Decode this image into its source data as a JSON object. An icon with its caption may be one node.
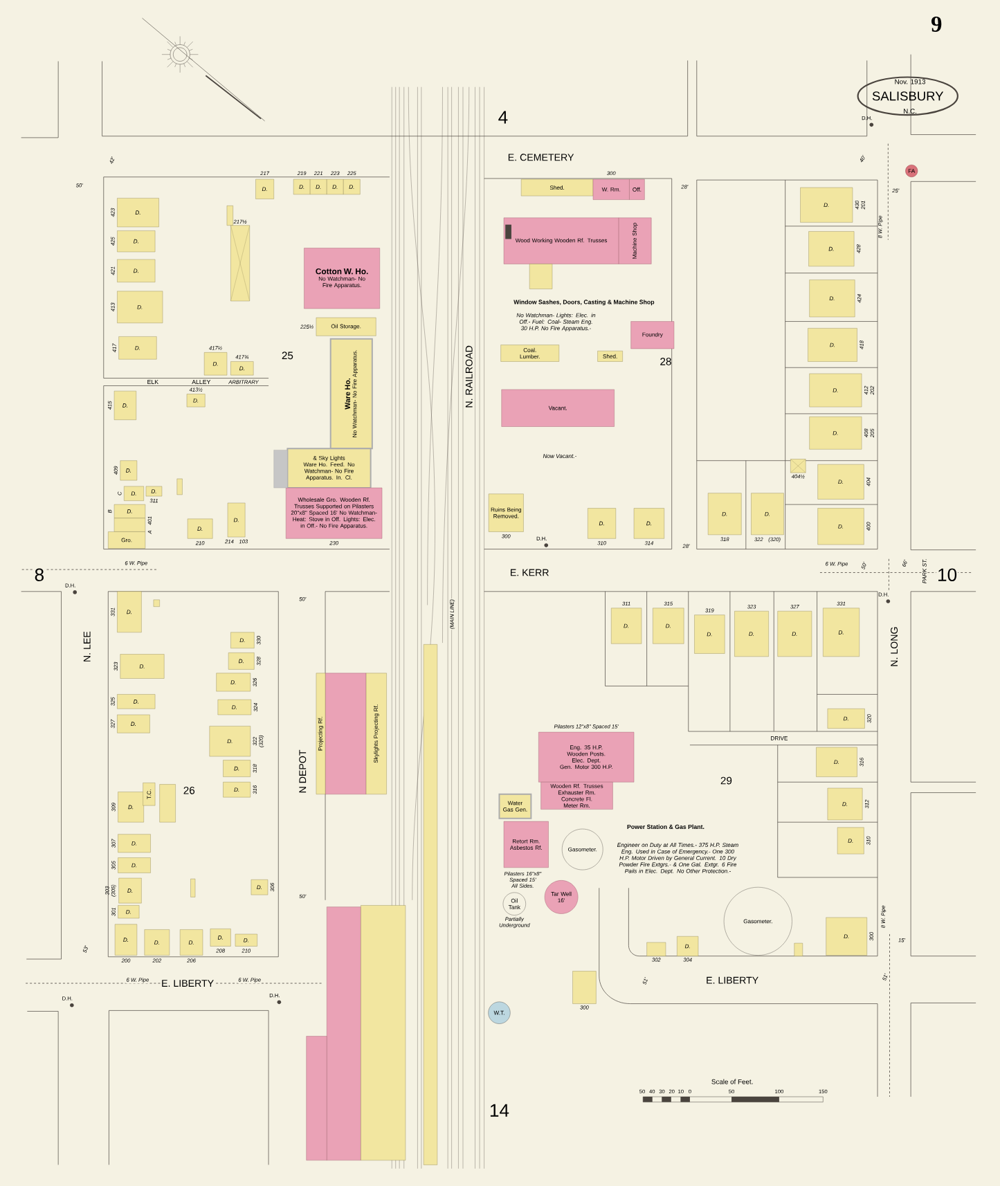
{
  "diagram": {
    "nodes": [
      {
        "text": [
          "D."
        ],
        "beside": [
          "217"
        ]
      },
      {
        "text": [
          "D."
        ],
        "beside": [
          "219"
        ]
      },
      {
        "text": [
          "D."
        ],
        "beside": [
          "221"
        ]
      },
      {
        "text": [
          "D."
        ],
        "beside": [
          "223"
        ]
      },
      {
        "text": [
          "D."
        ],
        "beside": [
          "225"
        ]
      },
      {
        "text": [
          "D."
        ],
        "beside": [
          "423"
        ]
      },
      {
        "text": [
          "D."
        ],
        "beside": [
          "425"
        ]
      },
      {
        "text": [
          "D."
        ],
        "beside": [
          "421"
        ]
      },
      {
        "text": [
          "D."
        ],
        "beside": [
          "413"
        ]
      },
      {
        "text": [
          "D."
        ],
        "beside": [
          "417"
        ]
      },
      {
        "text": [],
        "shape": "box"
      },
      {
        "text": [],
        "shape": "box",
        "beside": [
          "217½"
        ]
      },
      {
        "text": [
          "Cotton W. Ho.",
          "No Watchman- No Fire Apparatus."
        ]
      },
      {
        "text": [
          "Oil Storage."
        ],
        "beside": [
          "225½"
        ]
      },
      {
        "text": [
          "D."
        ],
        "beside": [
          "417½"
        ]
      },
      {
        "text": [
          "D."
        ],
        "beside": [
          "417¾"
        ]
      },
      {
        "text": [
          "Ware Ho.",
          "No Watchman- No Fire Apparatus."
        ]
      },
      {
        "text": [
          "& Sky Lights",
          "Ware Ho. Feed. No Watchman- No Fire Apparatus. In. Cl."
        ]
      },
      {
        "text": [
          "Wholesale Gro. Wooden Rf. Trusses Supported on Pilasters 20\"x8\" Spaced 16' No Watchman- Heat: Stove in Off. Lights: Elec. in Off.- No Fire Apparatus."
        ],
        "beside": [
          "230"
        ]
      },
      {
        "text": [
          "D."
        ],
        "beside": [
          "415"
        ]
      },
      {
        "text": [
          "D."
        ],
        "beside": [
          "413½"
        ]
      },
      {
        "text": [
          "D."
        ],
        "beside": [
          "409"
        ]
      },
      {
        "text": [
          "D."
        ],
        "beside": [
          "C"
        ]
      },
      {
        "text": [
          "D."
        ],
        "beside": [
          "311"
        ]
      },
      {
        "text": [
          "D."
        ],
        "beside": [
          "B"
        ]
      },
      {
        "text": [],
        "shape": "box",
        "beside": [
          "A",
          "401"
        ]
      },
      {
        "text": [
          "Gro."
        ]
      },
      {
        "text": [],
        "shape": "box"
      },
      {
        "text": [
          "D."
        ],
        "beside": [
          "210"
        ]
      },
      {
        "text": [
          "D."
        ],
        "beside": [
          "214",
          "103"
        ]
      },
      {
        "text": [
          "Shed."
        ]
      },
      {
        "text": [
          "W. Rm."
        ],
        "beside": [
          "300"
        ]
      },
      {
        "text": [
          "Off."
        ]
      },
      {
        "text": [
          "Wood Working Wooden Rf. Trusses"
        ]
      },
      {
        "text": [
          "Machine Shop"
        ]
      },
      {
        "text": [],
        "shape": "box"
      },
      {
        "text": [
          "Foundry"
        ]
      },
      {
        "text": [
          "Coal.",
          "Lumber."
        ]
      },
      {
        "text": [
          "Shed."
        ]
      },
      {
        "text": [
          "Vacant."
        ]
      },
      {
        "text": [
          "Ruins Being Removed."
        ],
        "beside": [
          "300"
        ]
      },
      {
        "text": [
          "D."
        ],
        "beside": [
          "310"
        ]
      },
      {
        "text": [
          "D."
        ],
        "beside": [
          "314"
        ]
      },
      {
        "text": [
          "D."
        ],
        "beside": [
          "430",
          "201"
        ]
      },
      {
        "text": [
          "D."
        ],
        "beside": [
          "428"
        ]
      },
      {
        "text": [
          "D."
        ],
        "beside": [
          "424"
        ]
      },
      {
        "text": [
          "D."
        ],
        "beside": [
          "418"
        ]
      },
      {
        "text": [
          "D."
        ],
        "beside": [
          "412",
          "202"
        ]
      },
      {
        "text": [
          "D."
        ],
        "beside": [
          "408",
          "205"
        ]
      },
      {
        "text": [
          "D."
        ],
        "beside": [
          "404"
        ]
      },
      {
        "text": [
          "D."
        ],
        "beside": [
          "400"
        ]
      },
      {
        "text": [],
        "shape": "box",
        "beside": [
          "404½"
        ]
      },
      {
        "text": [
          "D."
        ],
        "beside": [
          "318"
        ]
      },
      {
        "text": [
          "D."
        ],
        "beside": [
          "322",
          "(320)"
        ]
      },
      {
        "text": [
          "D."
        ],
        "beside": [
          "311"
        ]
      },
      {
        "text": [
          "D."
        ],
        "beside": [
          "315"
        ]
      },
      {
        "text": [
          "D."
        ],
        "beside": [
          "319"
        ]
      },
      {
        "text": [
          "D."
        ],
        "beside": [
          "323"
        ]
      },
      {
        "text": [
          "D."
        ],
        "beside": [
          "327"
        ]
      },
      {
        "text": [
          "D."
        ],
        "beside": [
          "331"
        ]
      },
      {
        "text": [
          "D."
        ],
        "beside": [
          "320"
        ]
      },
      {
        "text": [
          "D."
        ],
        "beside": [
          "316"
        ]
      },
      {
        "text": [
          "D."
        ],
        "beside": [
          "312"
        ]
      },
      {
        "text": [
          "D."
        ],
        "beside": [
          "310"
        ]
      },
      {
        "text": [
          "D."
        ],
        "beside": [
          "300"
        ]
      },
      {
        "text": [],
        "shape": "box",
        "beside": [
          "302"
        ]
      },
      {
        "text": [
          "D."
        ],
        "beside": [
          "304"
        ]
      },
      {
        "text": [
          "Gasometer."
        ]
      },
      {
        "text": [],
        "shape": "box"
      },
      {
        "text": [
          "Eng. 35 H.P.",
          "Wooden Posts.",
          "Elec. Dept.",
          "Gen. Motor 300 H.P."
        ]
      },
      {
        "text": [
          "Wooden Rf. Trusses Exhauster Rm. Concrete Fl.",
          "Meter Rm."
        ]
      },
      {
        "text": [
          "Water Gas Gen."
        ]
      },
      {
        "text": [
          "Retort Rm.",
          "Asbestos Rf."
        ]
      },
      {
        "text": [
          "Gasometer."
        ]
      },
      {
        "text": [
          "Tar Well",
          "16'"
        ]
      },
      {
        "text": [
          "Oil Tank"
        ],
        "beside": [
          "Partially Underground"
        ]
      },
      {
        "text": [],
        "shape": "box",
        "beside": [
          "300"
        ]
      },
      {
        "text": [
          "W.T."
        ]
      },
      {
        "text": [
          "D."
        ],
        "beside": [
          "331"
        ]
      },
      {
        "text": [],
        "shape": "box"
      },
      {
        "text": [
          "D."
        ],
        "beside": [
          "323"
        ]
      },
      {
        "text": [
          "D."
        ],
        "beside": [
          "325"
        ]
      },
      {
        "text": [
          "D."
        ],
        "beside": [
          "327"
        ]
      },
      {
        "text": [
          "D."
        ],
        "beside": [
          "330"
        ]
      },
      {
        "text": [
          "D."
        ],
        "beside": [
          "328"
        ]
      },
      {
        "text": [
          "D."
        ],
        "beside": [
          "326"
        ]
      },
      {
        "text": [
          "D."
        ],
        "beside": [
          "324"
        ]
      },
      {
        "text": [
          "D."
        ],
        "beside": [
          "322",
          "(320)"
        ]
      },
      {
        "text": [
          "D."
        ],
        "beside": [
          "318"
        ]
      },
      {
        "text": [
          "D."
        ],
        "beside": [
          "316"
        ]
      },
      {
        "text": [
          "D."
        ],
        "beside": [
          "309"
        ]
      },
      {
        "text": [
          "T.C."
        ]
      },
      {
        "text": [],
        "shape": "box"
      },
      {
        "text": [
          "D."
        ],
        "beside": [
          "307"
        ]
      },
      {
        "text": [
          "D."
        ],
        "beside": [
          "305"
        ]
      },
      {
        "text": [
          "D."
        ],
        "beside": [
          "303",
          "(305)"
        ]
      },
      {
        "text": [
          "D."
        ],
        "beside": [
          "301"
        ]
      },
      {
        "text": [
          "D."
        ],
        "beside": [
          "306"
        ]
      },
      {
        "text": [
          "D."
        ],
        "beside": [
          "200"
        ]
      },
      {
        "text": [
          "D."
        ],
        "beside": [
          "202"
        ]
      },
      {
        "text": [
          "D."
        ],
        "beside": [
          "206"
        ]
      },
      {
        "text": [
          "D."
        ],
        "beside": [
          "208"
        ]
      },
      {
        "text": [
          "D."
        ],
        "beside": [
          "210"
        ]
      },
      {
        "text": [],
        "shape": "box"
      },
      {
        "text": [],
        "shape": "box"
      },
      {
        "text": [
          "Projecting Rf."
        ]
      },
      {
        "text": [
          "Skylights Projecting Rf."
        ]
      },
      {
        "text": [],
        "shape": "box"
      },
      {
        "text": [],
        "shape": "box"
      },
      {
        "text": [],
        "shape": "box"
      },
      {
        "text": [
          "FA"
        ]
      },
      {
        "text": [],
        "shape": "box"
      },
      {
        "text": [],
        "shape": "box"
      }
    ],
    "labels": [
      "9",
      "Nov. 1913",
      "SALISBURY",
      "N.C.",
      "4",
      "D.H.",
      "42'",
      "E. CEMETERY",
      "40'",
      "50'",
      "28'",
      "25'",
      "8 W. Pipe",
      "Window Sashes, Doors, Casting & Machine Shop",
      "No Watchman- Lights: Elec. in Off.- Fuel: Coal- Steam Eng. 30 H.P. No Fire Apparatus.-",
      "25",
      "28",
      "ELK",
      "ALLEY",
      "ARBITRARY",
      "N. RAILROAD",
      "Now Vacant.-",
      "D.H.",
      "28'",
      "8",
      "6 W. Pipe",
      "E. KERR",
      "6 W. Pipe",
      "50'",
      "66'",
      "PARK ST.",
      "10",
      "D.H.",
      "50'",
      "D.H.",
      "N. LEE",
      "(MAIN LINE)",
      "N. LONG",
      "Pilasters 12\"x8\" Spaced 15'",
      "DRIVE",
      "26",
      "N DEPOT",
      "29",
      "Power Station & Gas Plant.",
      "Pilasters 16\"x8\" Spaced 15' All Sides.",
      "Engineer on Duty at All Times.- 375 H.P. Steam Eng. Used in Case of Emergency.- One 300 H.P. Motor Driven by General Current. 10 Dry Powder Fire Extgrs.- & One Gal. Extgr. 6 Fire Pails in Elec. Dept. No Other Protection.-",
      "50'",
      "8 W. Pipe",
      "53'",
      "15'",
      "6 W. Pipe",
      "E. LIBERTY",
      "6 W. Pipe",
      "51'",
      "E. LIBERTY",
      "51'",
      "D.H.",
      "D.H.",
      "Scale of Feet.",
      "50",
      "40",
      "30",
      "20",
      "10",
      "0",
      "50",
      "100",
      "150",
      "14"
    ]
  }
}
